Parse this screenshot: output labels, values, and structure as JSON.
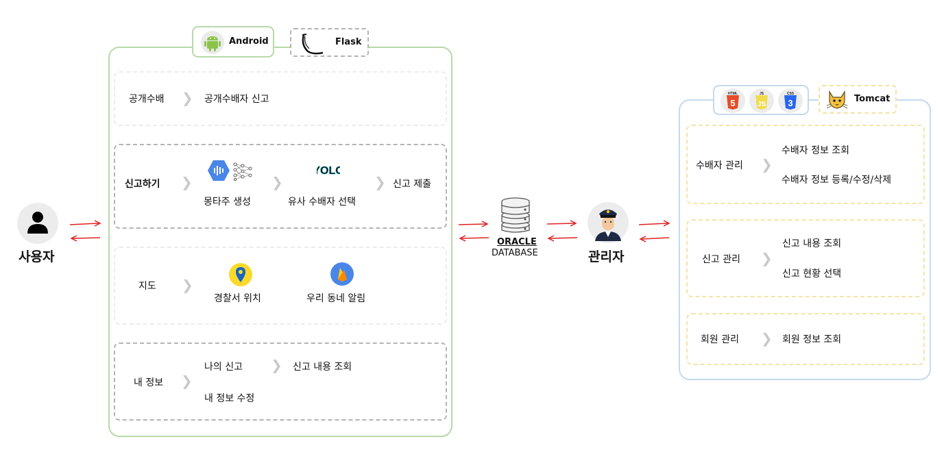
{
  "user": {
    "label": "사용자"
  },
  "admin": {
    "label": "관리자"
  },
  "database": {
    "name": "ORACLE",
    "sub": "DATABASE"
  },
  "android_tags": {
    "android": "Android",
    "flask": "Flask"
  },
  "admin_tags": {
    "html": "HTML",
    "js": "JS",
    "css": "CSS",
    "tomcat": "Tomcat"
  },
  "android_sections": {
    "wanted": {
      "title": "공개수배",
      "item1": "공개수배자 신고"
    },
    "report": {
      "title": "신고하기",
      "step1": "몽타주 생성",
      "step2": "유사 수배자 선택",
      "step3": "신고 제출"
    },
    "map": {
      "title": "지도",
      "item1": "경찰서 위치",
      "item2": "우리 동네 알림"
    },
    "myinfo": {
      "title": "내 정보",
      "item1": "나의 신고",
      "item1_next": "신고 내용 조회",
      "item2": "내 정보 수정"
    }
  },
  "admin_sections": {
    "wanted": {
      "title": "수배자 관리",
      "item1": "수배자 정보 조회",
      "item2": "수배자 정보 등록/수정/삭제"
    },
    "report": {
      "title": "신고 관리",
      "item1": "신고 내용 조회",
      "item2": "신고 현황 선택"
    },
    "member": {
      "title": "회원 관리",
      "item1": "회원 정보 조회"
    }
  },
  "colors": {
    "android_border": "#b8d8a8",
    "admin_border": "#c5d9ee",
    "tomcat_dash": "#f6e3a3",
    "arrow": "#e02020"
  }
}
